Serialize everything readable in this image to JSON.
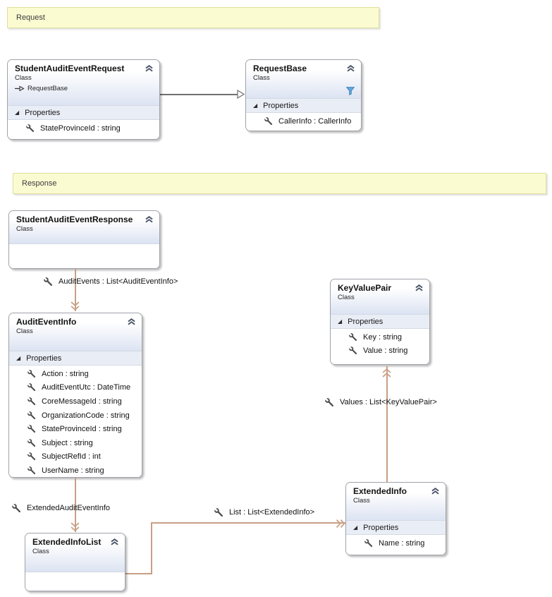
{
  "comments": {
    "request": "Request",
    "response": "Response"
  },
  "classes": {
    "studentAuditEventRequest": {
      "name": "StudentAuditEventRequest",
      "kind": "Class",
      "base": "RequestBase",
      "section": "Properties",
      "members": [
        "StateProvinceId : string"
      ]
    },
    "requestBase": {
      "name": "RequestBase",
      "kind": "Class",
      "section": "Properties",
      "members": [
        "CallerInfo : CallerInfo"
      ]
    },
    "studentAuditEventResponse": {
      "name": "StudentAuditEventResponse",
      "kind": "Class"
    },
    "auditEventInfo": {
      "name": "AuditEventInfo",
      "kind": "Class",
      "section": "Properties",
      "members": [
        "Action : string",
        "AuditEventUtc : DateTime",
        "CoreMessageId : string",
        "OrganizationCode : string",
        "StateProvinceId : string",
        "Subject : string",
        "SubjectRefId : int",
        "UserName : string"
      ]
    },
    "keyValuePair": {
      "name": "KeyValuePair",
      "kind": "Class",
      "section": "Properties",
      "members": [
        "Key : string",
        "Value : string"
      ]
    },
    "extendedInfo": {
      "name": "ExtendedInfo",
      "kind": "Class",
      "section": "Properties",
      "members": [
        "Name : string"
      ]
    },
    "extendedInfoList": {
      "name": "ExtendedInfoList",
      "kind": "Class"
    }
  },
  "associations": {
    "auditEvents": {
      "label": "AuditEvents : List<AuditEventInfo>"
    },
    "extendedAuditEventInfo": {
      "label": "ExtendedAuditEventInfo"
    },
    "list": {
      "label": "List : List<ExtendedInfo>"
    },
    "values": {
      "label": "Values : List<KeyValuePair>"
    }
  },
  "icons": {
    "expand_triangle": "◢"
  },
  "colors": {
    "comment_bg": "#fbfbd2",
    "comment_border": "#dfdf9b",
    "association_line": "#c89f84",
    "inheritance_line": "#707070",
    "header_gradient_end": "#dce3f2",
    "section_bg": "#e9edf6",
    "filter_icon_blue": "#5fa8e0"
  }
}
